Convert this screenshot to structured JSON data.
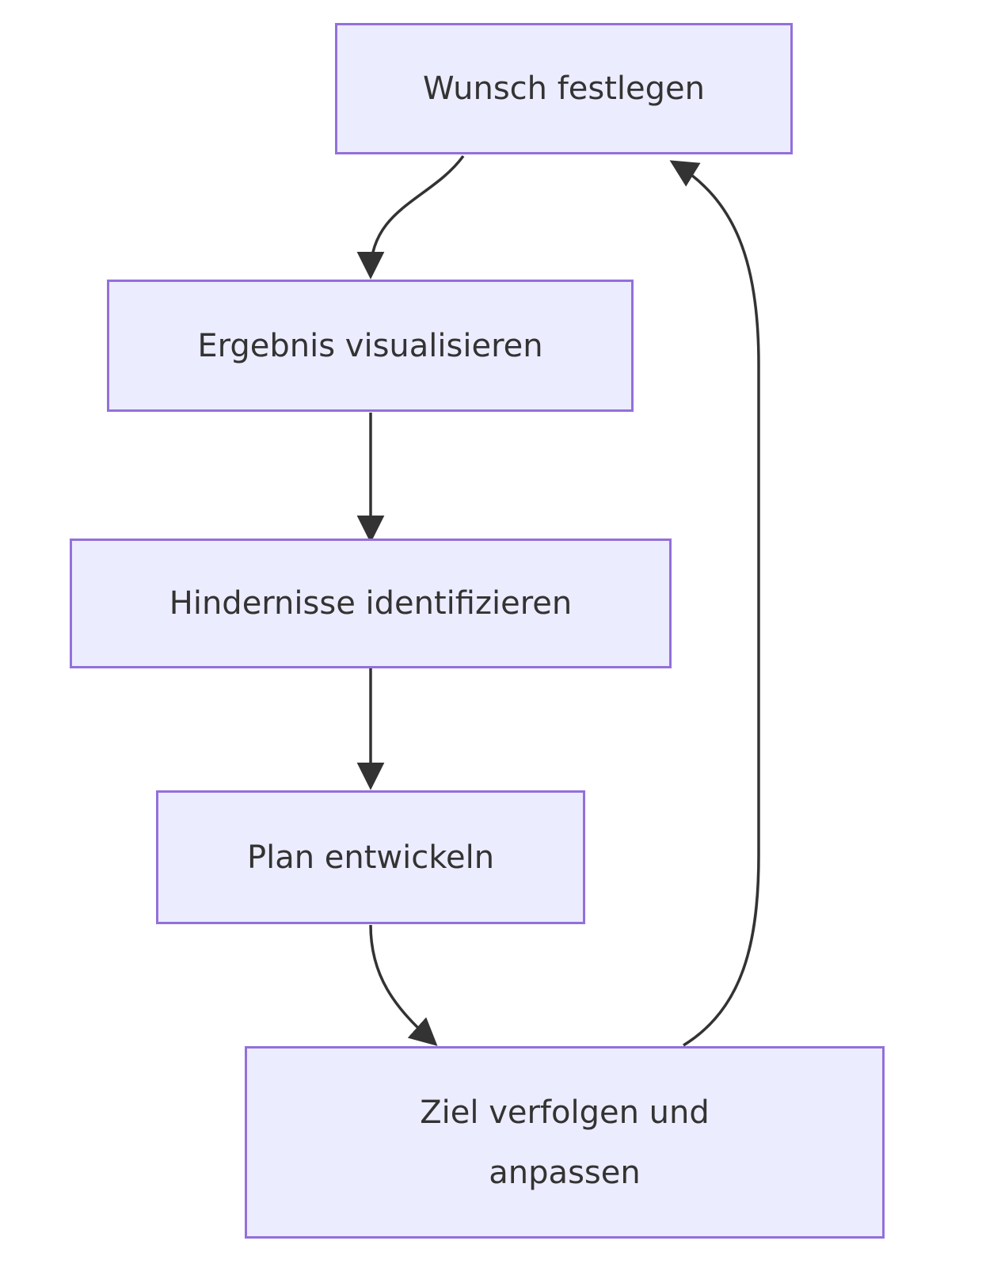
{
  "diagram": {
    "type": "flowchart",
    "direction": "top-down",
    "nodes": [
      {
        "id": "wunsch",
        "label": "Wunsch festlegen"
      },
      {
        "id": "ergebnis",
        "label": "Ergebnis visualisieren"
      },
      {
        "id": "hindernisse",
        "label": "Hindernisse identifizieren"
      },
      {
        "id": "plan",
        "label": "Plan entwickeln"
      },
      {
        "id": "ziel",
        "label": "Ziel verfolgen und anpassen"
      }
    ],
    "edges": [
      {
        "from": "wunsch",
        "to": "ergebnis"
      },
      {
        "from": "ergebnis",
        "to": "hindernisse"
      },
      {
        "from": "hindernisse",
        "to": "plan"
      },
      {
        "from": "plan",
        "to": "ziel"
      },
      {
        "from": "ziel",
        "to": "wunsch"
      }
    ],
    "colors": {
      "node_fill": "#ECECFF",
      "node_border": "#9370DB",
      "text": "#333333",
      "edge": "#333333",
      "background": "#FFFFFF"
    }
  }
}
